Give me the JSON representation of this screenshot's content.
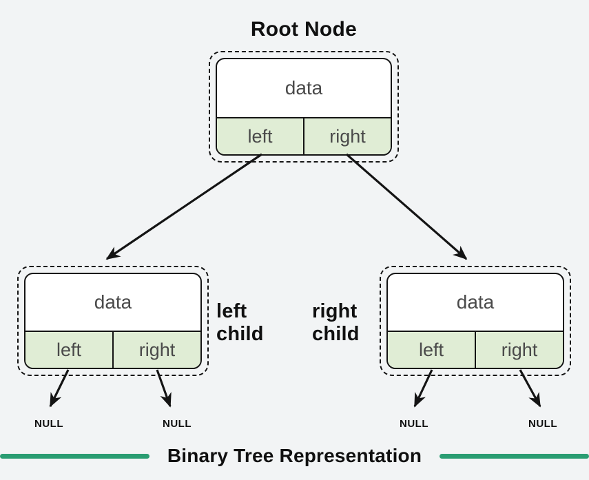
{
  "title": "Root Node",
  "nodes": {
    "root": {
      "data": "data",
      "left": "left",
      "right": "right"
    },
    "left_child": {
      "data": "data",
      "left": "left",
      "right": "right"
    },
    "right_child": {
      "data": "data",
      "left": "left",
      "right": "right"
    }
  },
  "side_labels": {
    "left": "left child",
    "right": "right child"
  },
  "null_labels": [
    "NULL",
    "NULL",
    "NULL",
    "NULL"
  ],
  "footer": {
    "title": "Binary Tree Representation"
  },
  "colors": {
    "background": "#f2f4f5",
    "node_fill": "#ffffff",
    "pointer_cell_fill": "#e0edd5",
    "outline": "#141414",
    "node_text": "#4a4a4a",
    "accent_line": "#2a9d72",
    "label_text": "#101010"
  }
}
